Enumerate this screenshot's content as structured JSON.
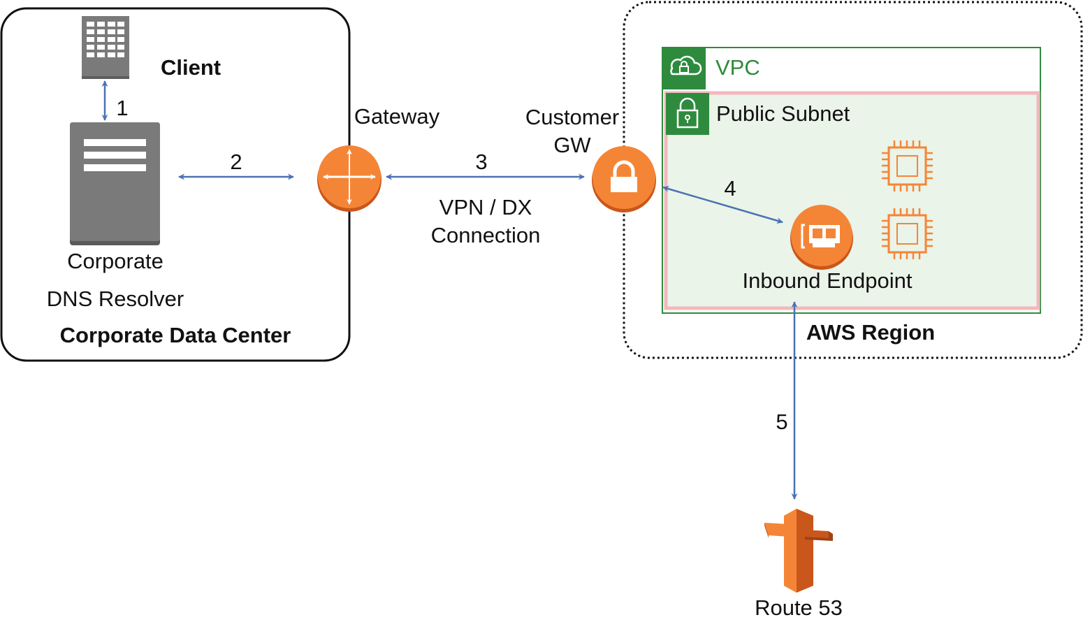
{
  "containers": {
    "corporate_data_center": "Corporate Data Center",
    "aws_region": "AWS Region",
    "vpc": "VPC",
    "public_subnet": "Public Subnet"
  },
  "nodes": {
    "client": "Client",
    "resolver_line1": "Corporate",
    "resolver_line2": "DNS Resolver",
    "gateway": "Gateway",
    "customer_gw_line1": "Customer",
    "customer_gw_line2": "GW",
    "connection_line1": "VPN / DX",
    "connection_line2": "Connection",
    "inbound_endpoint": "Inbound Endpoint",
    "route53": "Route 53"
  },
  "steps": [
    "1",
    "2",
    "3",
    "4",
    "5"
  ],
  "colors": {
    "arrow": "#4a72b5",
    "aws_orange": "#f58536",
    "server_gray": "#7a7a7a",
    "vpc_green": "#2e8b3e",
    "subnet_fill": "#eaf4e8",
    "subnet_border": "#f2b8bd"
  },
  "icons": {
    "client": "server-rack-icon",
    "resolver": "server-icon",
    "gateway": "router-icon",
    "customer_gw": "vpn-lock-icon",
    "vpc": "vpc-cloud-lock-icon",
    "subnet": "subnet-lock-icon",
    "endpoint": "network-interface-icon",
    "instances": "ec2-instance-icon",
    "route53": "route53-signpost-icon"
  }
}
